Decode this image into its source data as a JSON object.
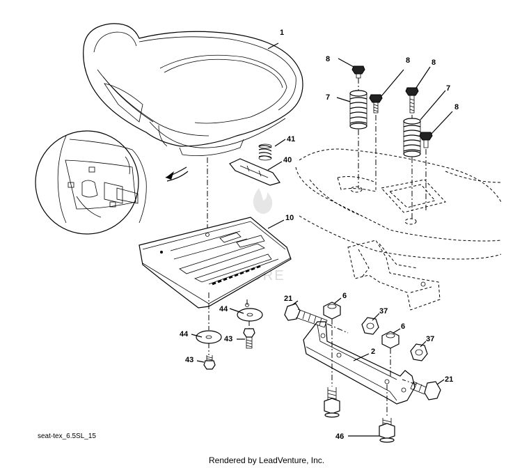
{
  "callouts": {
    "seat": "1",
    "bolt_a": "8",
    "bolt_b": "8",
    "bolt_c": "8",
    "bolt_d": "8",
    "spring_a": "7",
    "spring_b": "7",
    "spring_small": "41",
    "latch": "40",
    "pan": "10",
    "washer_a": "44",
    "washer_b": "44",
    "screw_a": "43",
    "screw_b": "43",
    "bolt_left": "21",
    "bolt_right": "21",
    "nut_a": "6",
    "nut_b": "6",
    "locknut_a": "37",
    "locknut_b": "37",
    "bracket": "2",
    "carriage_bolt": "46"
  },
  "watermark": "VENTURE",
  "diagram_code": "seat-tex_6.5SL_15",
  "footer": "Rendered by LeadVenture, Inc."
}
